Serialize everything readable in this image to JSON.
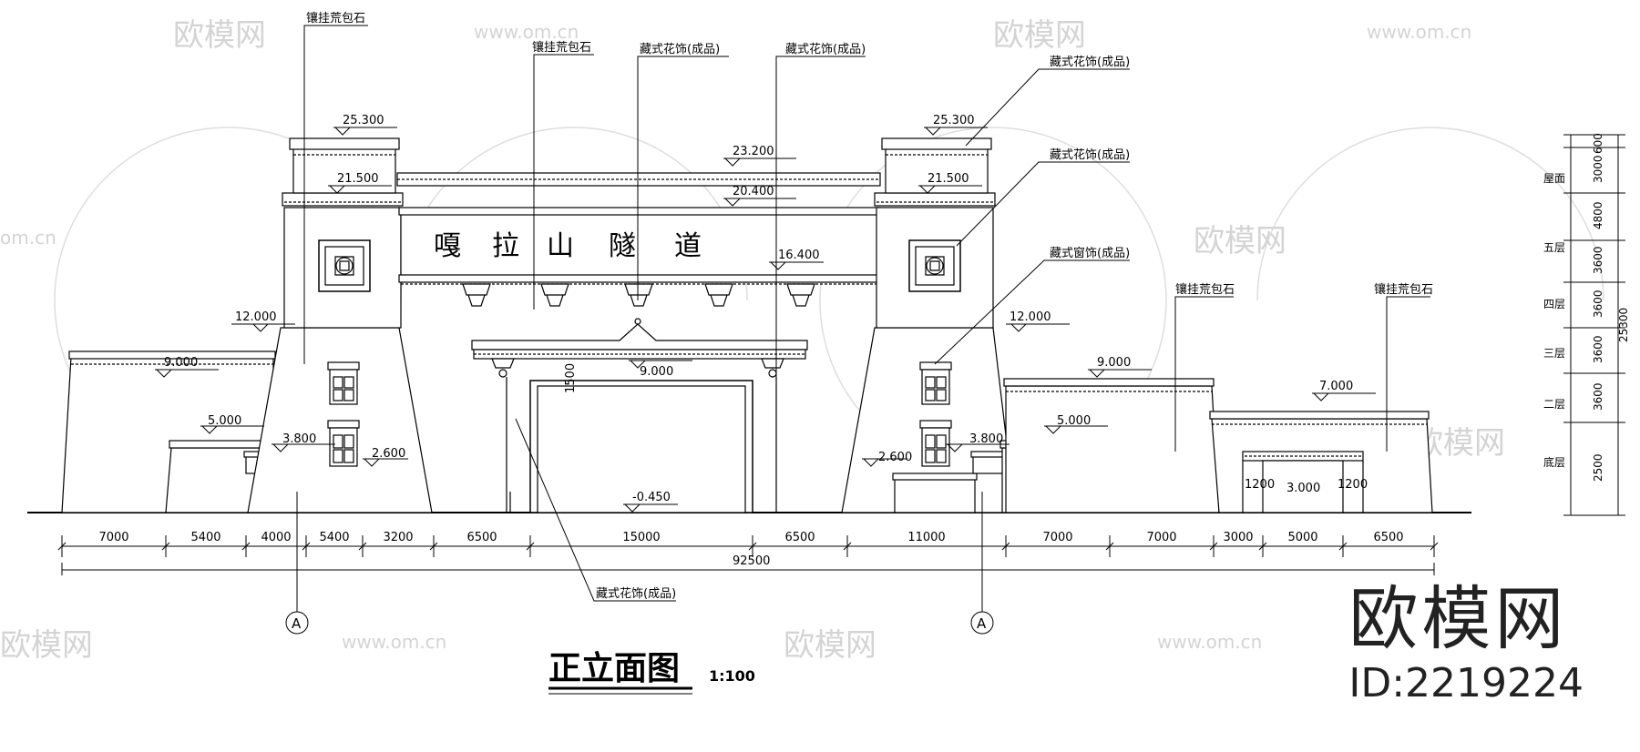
{
  "drawing": {
    "title": "正立面图",
    "scale": "1:100",
    "sign_text": [
      "嘎",
      "拉",
      "山",
      "隧",
      "道"
    ]
  },
  "labels": {
    "stone_top_left": "镶挂荒包石",
    "stone_mid": "镶挂荒包石",
    "ornament_1": "藏式花饰(成品)",
    "ornament_2": "藏式花饰(成品)",
    "ornament_3": "藏式花饰(成品)",
    "ornament_4": "藏式花饰(成品)",
    "window_ornament": "藏式窗饰(成品)",
    "stone_right_1": "镶挂荒包石",
    "stone_right_2": "镶挂荒包石",
    "ornament_bottom": "藏式花饰(成品)"
  },
  "elevations": {
    "tower_top_left": "25.300",
    "tower_top_right": "25.300",
    "cornice_left": "21.500",
    "cornice_right": "21.500",
    "beam_top": "23.200",
    "beam_mid": "20.400",
    "beam_low": "16.400",
    "tower_base_left": "12.000",
    "tower_base_right": "12.000",
    "wall_left": "9.000",
    "wall_right": "9.000",
    "gate_top": "9.000",
    "step_left_a": "5.000",
    "step_right_a": "5.000",
    "step_left_b": "3.800",
    "step_right_b": "3.800",
    "step_left_c": "2.600",
    "step_right_c": "2.600",
    "wing_right": "7.000",
    "small_gate": "3.000",
    "ground": "-0.450",
    "gate_dim": "1500"
  },
  "dimensions": {
    "segments": [
      "7000",
      "5400",
      "4000",
      "5400",
      "3200",
      "6500",
      "15000",
      "6500",
      "11000",
      "7000",
      "7000",
      "3000",
      "5000",
      "6500"
    ],
    "total": "92500",
    "side_small_1": "1200",
    "side_small_2": "1200"
  },
  "axis": {
    "left": "A",
    "right": "A"
  },
  "floor_scale": {
    "floors": [
      "屋面",
      "五层",
      "四层",
      "三层",
      "二层",
      "底层"
    ],
    "heights": [
      "600",
      "3000",
      "4800",
      "3600",
      "3600",
      "3600",
      "3600",
      "2500"
    ],
    "total": "25300"
  },
  "watermark": {
    "brand": "欧模网",
    "site": "www.om.cn",
    "site_short": "om.cn",
    "id": "ID:2219224"
  }
}
